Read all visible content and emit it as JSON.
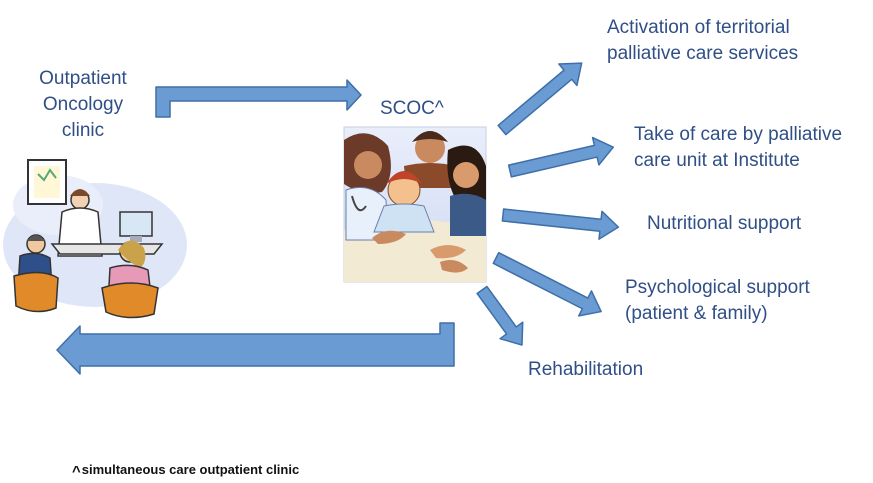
{
  "nodes": {
    "outpatient": {
      "lines": [
        "Outpatient",
        "Oncology",
        "clinic"
      ]
    },
    "scoc": {
      "label": "SCOC^"
    },
    "outcomes": [
      {
        "lines": [
          "Activation of territorial",
          "palliative care services"
        ]
      },
      {
        "lines": [
          "Take of care by palliative",
          "care unit at Institute"
        ]
      },
      {
        "lines": [
          "Nutritional support"
        ]
      },
      {
        "lines": [
          "Psychological support",
          "(patient & family)"
        ]
      },
      {
        "lines": [
          "Rehabilitation"
        ]
      }
    ]
  },
  "footnote": {
    "marker": "^",
    "text": "simultaneous care outpatient clinic"
  },
  "colors": {
    "text": "#2f4f86",
    "arrow_fill": "#6a9bd3",
    "arrow_stroke": "#3f6fa8",
    "footnote_text": "#111111"
  },
  "icons": {
    "clinic": "doctor-patients-meeting-illustration",
    "scoc": "care-team-around-patient-illustration"
  }
}
